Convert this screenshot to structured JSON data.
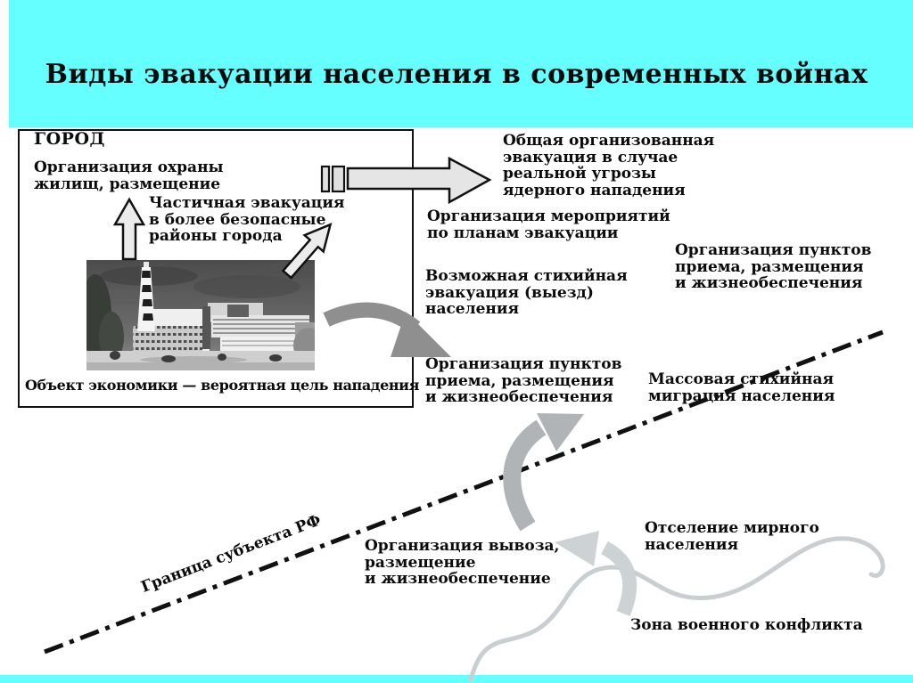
{
  "title": "Виды эвакуации населения в современных войнах",
  "colors": {
    "header_band": "#66FFFF",
    "background": "#FFFFFF",
    "text": "#0B0B0B",
    "block_arrow_fill": "#E5E5E5",
    "curved_arrow_dark": "#8F8F8F",
    "curved_arrow_medium": "#B0B4B6",
    "curved_arrow_pale": "#CDD2D4",
    "frontline": "#C9CED0"
  },
  "city_box": {
    "heading": "ГОРОД",
    "housing_label": "Организация охраны\nжилищ, размещение",
    "partial_evacuation_label": "Частичная эвакуация\nв более безопасные\nрайоны города",
    "photo_caption": "Объект экономики — вероятная цель нападения"
  },
  "labels": {
    "general_evacuation": "Общая организованная\nэвакуация в случае\nреальной угрозы\nядерного нападения",
    "evacuation_plans": "Организация мероприятий\nпо планам эвакуации",
    "reception_points_right": "Организация пунктов\nприема, размещения\nи жизнеобеспечения",
    "spontaneous_evacuation": "Возможная стихийная\nэвакуация (выезд)\nнаселения",
    "reception_points_mid": "Организация пунктов\nприема, размещения\nи жизнеобеспечения",
    "mass_migration": "Массовая стихийная\nмиграция населения",
    "region_border": "Граница субъекта РФ",
    "transport_organization": "Организация вывоза,\nразмещение\nи жизнеобеспечение",
    "resettlement": "Отселение мирного\nнаселения",
    "conflict_zone": "Зона военного конфликта"
  },
  "icons": {
    "up_block_arrow": "partial-evacuation-up-arrow",
    "diagonal_block_arrow": "partial-evacuation-diagonal-arrow",
    "right_block_arrow": "organized-evacuation-arrow",
    "double_bars": "city-exit-bars",
    "curved_arrow_dark": "spontaneous-flow-arrow",
    "curved_arrow_up": "migration-across-border-arrow",
    "curved_arrow_left": "resettlement-arrow",
    "dashdot_line": "region-border-line",
    "squiggle_line": "conflict-frontline"
  }
}
